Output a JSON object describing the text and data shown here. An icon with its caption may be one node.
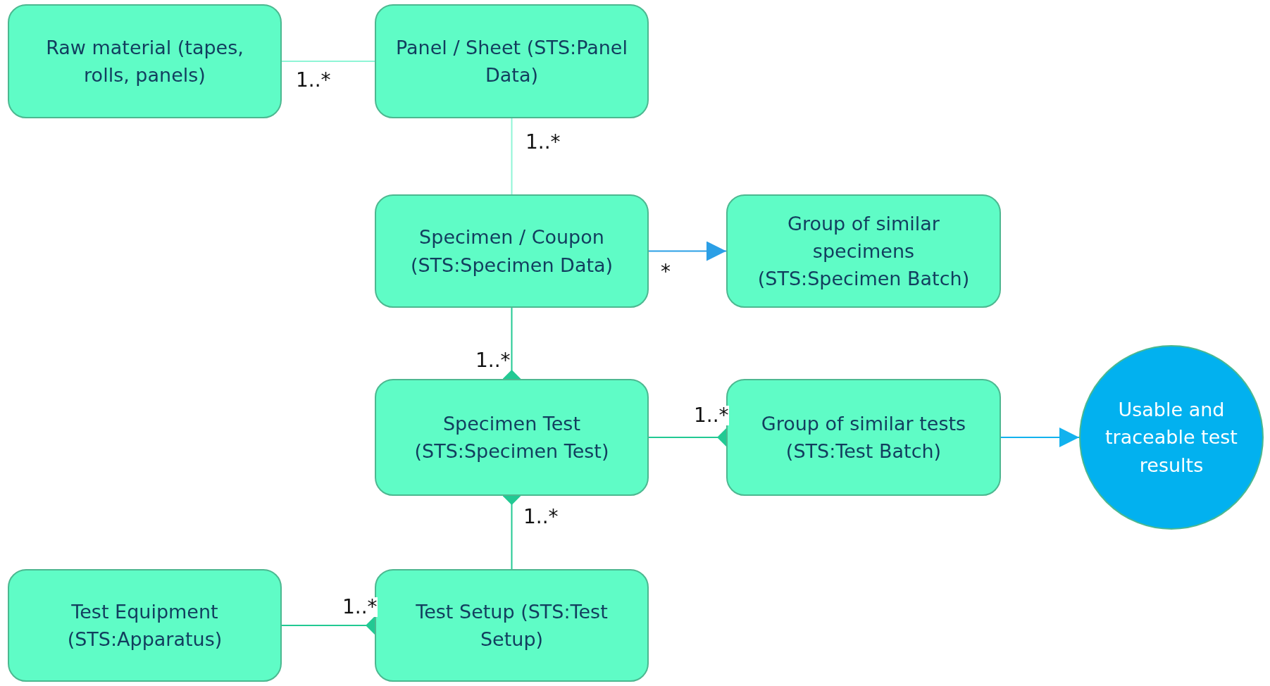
{
  "diagram": {
    "nodes": [
      {
        "text": [
          "Raw material (tapes, rolls, panels)"
        ]
      },
      {
        "text": [
          "Panel / Sheet (STS:Panel Data)"
        ]
      },
      {
        "text": [
          "Specimen / Coupon (STS:Specimen Data)"
        ]
      },
      {
        "text": [
          "Group of similar specimens (STS:Specimen Batch)"
        ]
      },
      {
        "text": [
          "Specimen Test (STS:Specimen Test)"
        ]
      },
      {
        "text": [
          "Group of similar tests (STS:Test Batch)"
        ]
      },
      {
        "text": [
          "Usable and traceable test results"
        ]
      },
      {
        "text": [
          "Test Equipment (STS:Apparatus)"
        ]
      },
      {
        "text": [
          "Test Setup (STS:Test Setup)"
        ]
      }
    ],
    "edges": [
      {
        "from": 0,
        "to": 1,
        "arrow": "none",
        "label": "1..*",
        "color": "#8ff5d6"
      },
      {
        "from": 1,
        "to": 2,
        "arrow": "none",
        "label": "1..*",
        "color": "#8ff5d6"
      },
      {
        "from": 2,
        "to": 3,
        "arrow": "to",
        "label": "*",
        "color": "#2b9fe6"
      },
      {
        "from": 2,
        "to": 4,
        "arrow": "other",
        "label": "1..*"
      },
      {
        "from": 4,
        "to": 5,
        "arrow": "other",
        "label": "1..*"
      },
      {
        "from": 5,
        "to": 6,
        "arrow": "to",
        "color": "#12b2ee"
      },
      {
        "from": 8,
        "to": 4,
        "arrow": "other",
        "label": "1..*"
      },
      {
        "from": 7,
        "to": 8,
        "arrow": "other",
        "label": "1..*"
      }
    ]
  }
}
